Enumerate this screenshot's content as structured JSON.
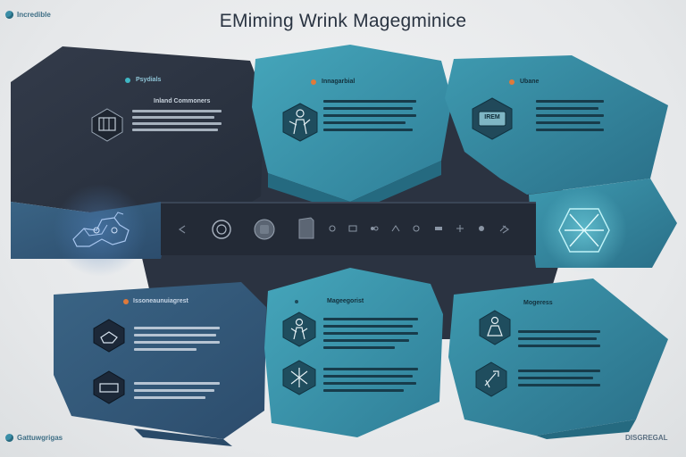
{
  "title": "EMiming Wrink Magegminice",
  "corner_top_left": "Incredible",
  "corner_bottom_left": "Gattuwgrigas",
  "corner_bottom_right": "DISGREGAL",
  "panels": {
    "top_left": {
      "heading_small": "Psydials",
      "heading": "Inland Commoners"
    },
    "top_middle": {
      "heading_small": "Innagarbial"
    },
    "top_right": {
      "heading_small": "Ubane",
      "card_label": "IREM"
    },
    "bottom_left": {
      "heading": "Issoneaunuiagrest"
    },
    "bottom_middle": {
      "heading": "Mageegorist"
    },
    "bottom_right": {
      "heading": "Mogeress"
    }
  },
  "colors": {
    "dark": "#2a3342",
    "teal": "#3c97ad",
    "teal_dark": "#2c7590",
    "blue": "#35587a",
    "accent_orange": "#e07a3a",
    "accent_teal": "#3fb7c4"
  }
}
